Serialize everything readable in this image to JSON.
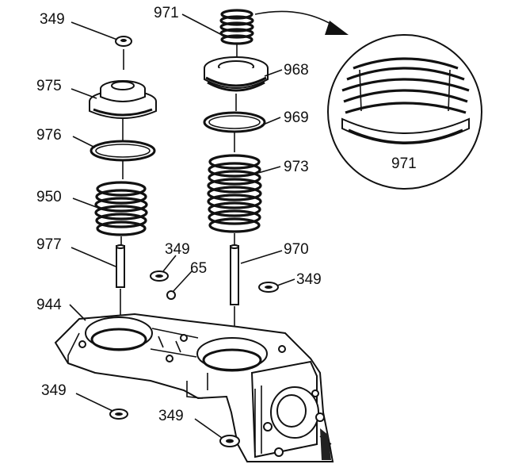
{
  "callouts": {
    "c349_top": "349",
    "c975": "975",
    "c976": "976",
    "c950": "950",
    "c977": "977",
    "c349_mid": "349",
    "c65": "65",
    "c944": "944",
    "c349_bl": "349",
    "c349_bm": "349",
    "c971": "971",
    "c968": "968",
    "c969": "969",
    "c973": "973",
    "c970": "970",
    "c349_r": "349",
    "c971_detail": "971"
  },
  "colors": {
    "ink": "#111111",
    "paper": "#ffffff"
  }
}
